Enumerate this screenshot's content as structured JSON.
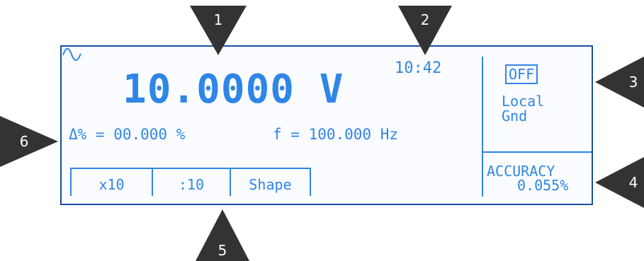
{
  "display": {
    "main_value": "10.0000  V",
    "clock": "10:42",
    "waveform_icon": "sine-wave-icon",
    "delta": "Δ% = 00.000 %",
    "frequency": "f = 100.000 Hz",
    "output_state": "OFF",
    "local": "Local",
    "gnd": "Gnd",
    "accuracy_label": "ACCURACY",
    "accuracy_value": "0.055%"
  },
  "softkeys": [
    "x10",
    ":10",
    "Shape"
  ],
  "callouts": [
    "1",
    "2",
    "3",
    "4",
    "5",
    "6"
  ],
  "colors": {
    "display_text": "#2f86e6",
    "frame": "#1e4f9e",
    "callout": "#333333"
  }
}
